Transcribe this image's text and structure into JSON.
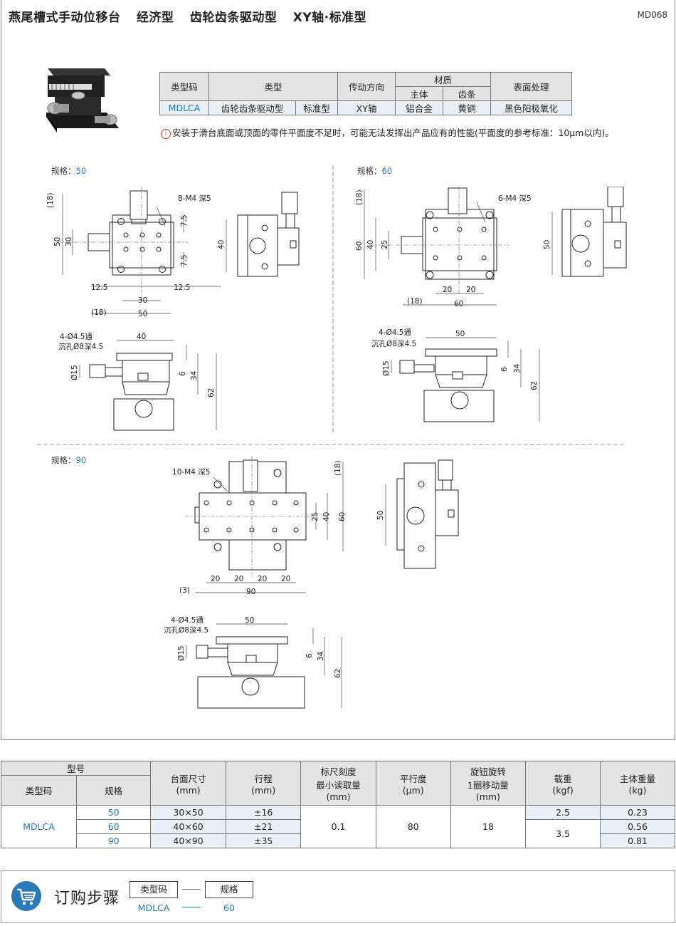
{
  "header": {
    "title_parts": [
      "燕尾槽式手动位移台",
      "经济型",
      "齿轮齿条驱动型",
      "XY轴·标准型"
    ],
    "code": "MD068"
  },
  "spec_table": {
    "headers": {
      "type_code": "类型码",
      "type": "类型",
      "drive": "传动方向",
      "material": "材质",
      "material_body": "主体",
      "material_gear": "齿条",
      "surface": "表面处理"
    },
    "row": {
      "type_code": "MDLCA",
      "type_a": "齿轮齿条驱动型",
      "type_b": "标准型",
      "drive": "XY轴",
      "body": "铝合金",
      "gear": "黄铜",
      "surface": "黑色阳极氧化"
    }
  },
  "note": {
    "icon": "info-warning-icon",
    "text": "安装于滑台底面或顶面的零件平面度不足时，可能无法发挥出产品应有的性能(平面度的参考标准：10μm以内)。"
  },
  "drawings": {
    "spec_label": "规格：",
    "spec50": {
      "size": "50",
      "tap": "8-M4 深5",
      "hole": "4-Ø4.5通",
      "counterbore": "沉孔Ø8深4.5",
      "dims": {
        "d18a": "(18)",
        "d50": "50",
        "d30": "30",
        "d75a": "7.5",
        "d75b": "7.5",
        "d125a": "12.5",
        "d125b": "12.5",
        "d30b": "30",
        "d18b": "(18)",
        "d50b": "50",
        "d40": "40",
        "d40b": "40",
        "d15": "Ø15",
        "d6": "6",
        "d34": "34",
        "d62": "62"
      }
    },
    "spec60": {
      "size": "60",
      "tap": "6-M4 深5",
      "hole": "4-Ø4.5通",
      "counterbore": "沉孔Ø8深4.5",
      "dims": {
        "d18a": "(18)",
        "d60": "60",
        "d40": "40",
        "d25": "25",
        "d20a": "20",
        "d20b": "20",
        "d18b": "(18)",
        "d60b": "60",
        "d50": "50",
        "d50b": "50",
        "d15": "Ø15",
        "d6": "6",
        "d34": "34",
        "d62": "62"
      }
    },
    "spec90": {
      "size": "90",
      "tap": "10-M4 深5",
      "hole": "4-Ø4.5通",
      "counterbore": "沉孔Ø8深4.5",
      "dims": {
        "d18": "(18)",
        "d25": "25",
        "d40": "40",
        "d60": "60",
        "d20a": "20",
        "d20b": "20",
        "d20c": "20",
        "d20d": "20",
        "d3": "(3)",
        "d90": "90",
        "d50": "50",
        "d50b": "50",
        "d15": "Ø15",
        "d6": "6",
        "d34": "34",
        "d62": "62"
      }
    }
  },
  "model_table": {
    "headers": {
      "model": "型号",
      "type_code": "类型码",
      "size": "规格",
      "table_size": "台面尺寸\n(mm)",
      "stroke": "行程\n(mm)",
      "scale": "标尺刻度\n最小读取量\n(mm)",
      "parallel": "平行度\n(μm)",
      "knob": "旋钮旋转\n1圈移动量\n(mm)",
      "load": "载重\n(kgf)",
      "weight": "主体重量\n(kg)"
    },
    "type_code": "MDLCA",
    "rows": [
      {
        "size": "50",
        "table_size": "30×50",
        "stroke": "±16",
        "weight": "0.23"
      },
      {
        "size": "60",
        "table_size": "40×60",
        "stroke": "±21",
        "weight": "0.56"
      },
      {
        "size": "90",
        "table_size": "40×90",
        "stroke": "±35",
        "weight": "0.81"
      }
    ],
    "scale": "0.1",
    "parallel": "80",
    "knob": "18",
    "load_a": "2.5",
    "load_b": "3.5"
  },
  "order": {
    "icon": "cart-icon",
    "title": "订购步骤",
    "box1": "类型码",
    "box2": "规格",
    "val1": "MDLCA",
    "val2": "60"
  }
}
